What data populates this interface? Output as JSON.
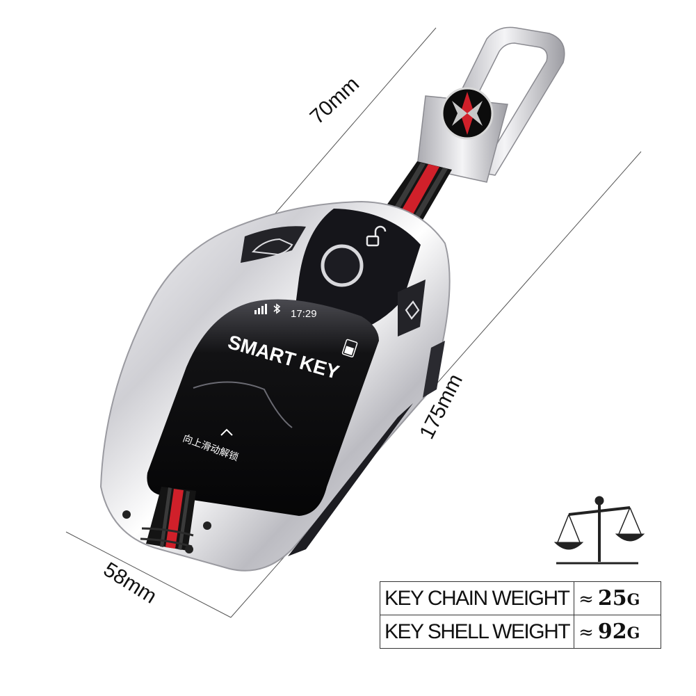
{
  "dimensions": {
    "width": "58mm",
    "length": "175mm",
    "chain_length": "70mm"
  },
  "key_screen": {
    "time": "17:29",
    "title": "SMART KEY",
    "hint": "向上滑动解锁"
  },
  "weights": [
    {
      "label": "KEY CHAIN WEIGHT",
      "approx_symbol": "≈",
      "value": "25",
      "unit": "G"
    },
    {
      "label": "KEY SHELL WEIGHT",
      "approx_symbol": "≈",
      "value": "92",
      "unit": "G"
    }
  ],
  "icons": {
    "scale": "balance-scale-icon",
    "bluetooth": "bluetooth-icon",
    "signal": "signal-icon",
    "battery": "battery-icon",
    "unlock": "unlock-icon",
    "car": "car-icon",
    "diamond": "diamond-button-icon"
  },
  "colors": {
    "chrome": "#d8d8dc",
    "screen": "#0b0b0d",
    "strap_red": "#d0202a",
    "strap_black": "#141414"
  }
}
